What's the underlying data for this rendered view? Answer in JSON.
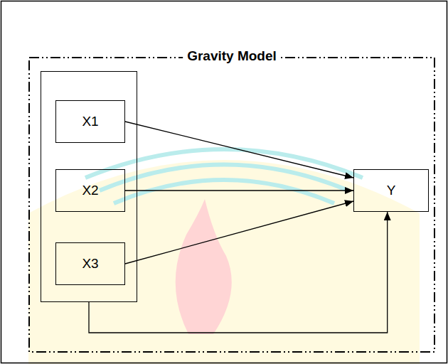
{
  "diagram": {
    "nodes": [
      {
        "text": [
          "Gravity Model"
        ]
      },
      {
        "text": [],
        "in": 0
      },
      {
        "text": [
          "X1"
        ],
        "in": 1
      },
      {
        "text": [
          "X2"
        ],
        "in": 1
      },
      {
        "text": [
          "X3"
        ],
        "in": 1
      },
      {
        "text": [
          "Y"
        ],
        "in": 0
      }
    ],
    "edges": [
      {
        "from": 2,
        "to": 5,
        "arrow": "to"
      },
      {
        "from": 3,
        "to": 5,
        "arrow": "to"
      },
      {
        "from": 4,
        "to": 5,
        "arrow": "to"
      },
      {
        "from": 1,
        "to": 5,
        "arrow": "to"
      }
    ]
  }
}
